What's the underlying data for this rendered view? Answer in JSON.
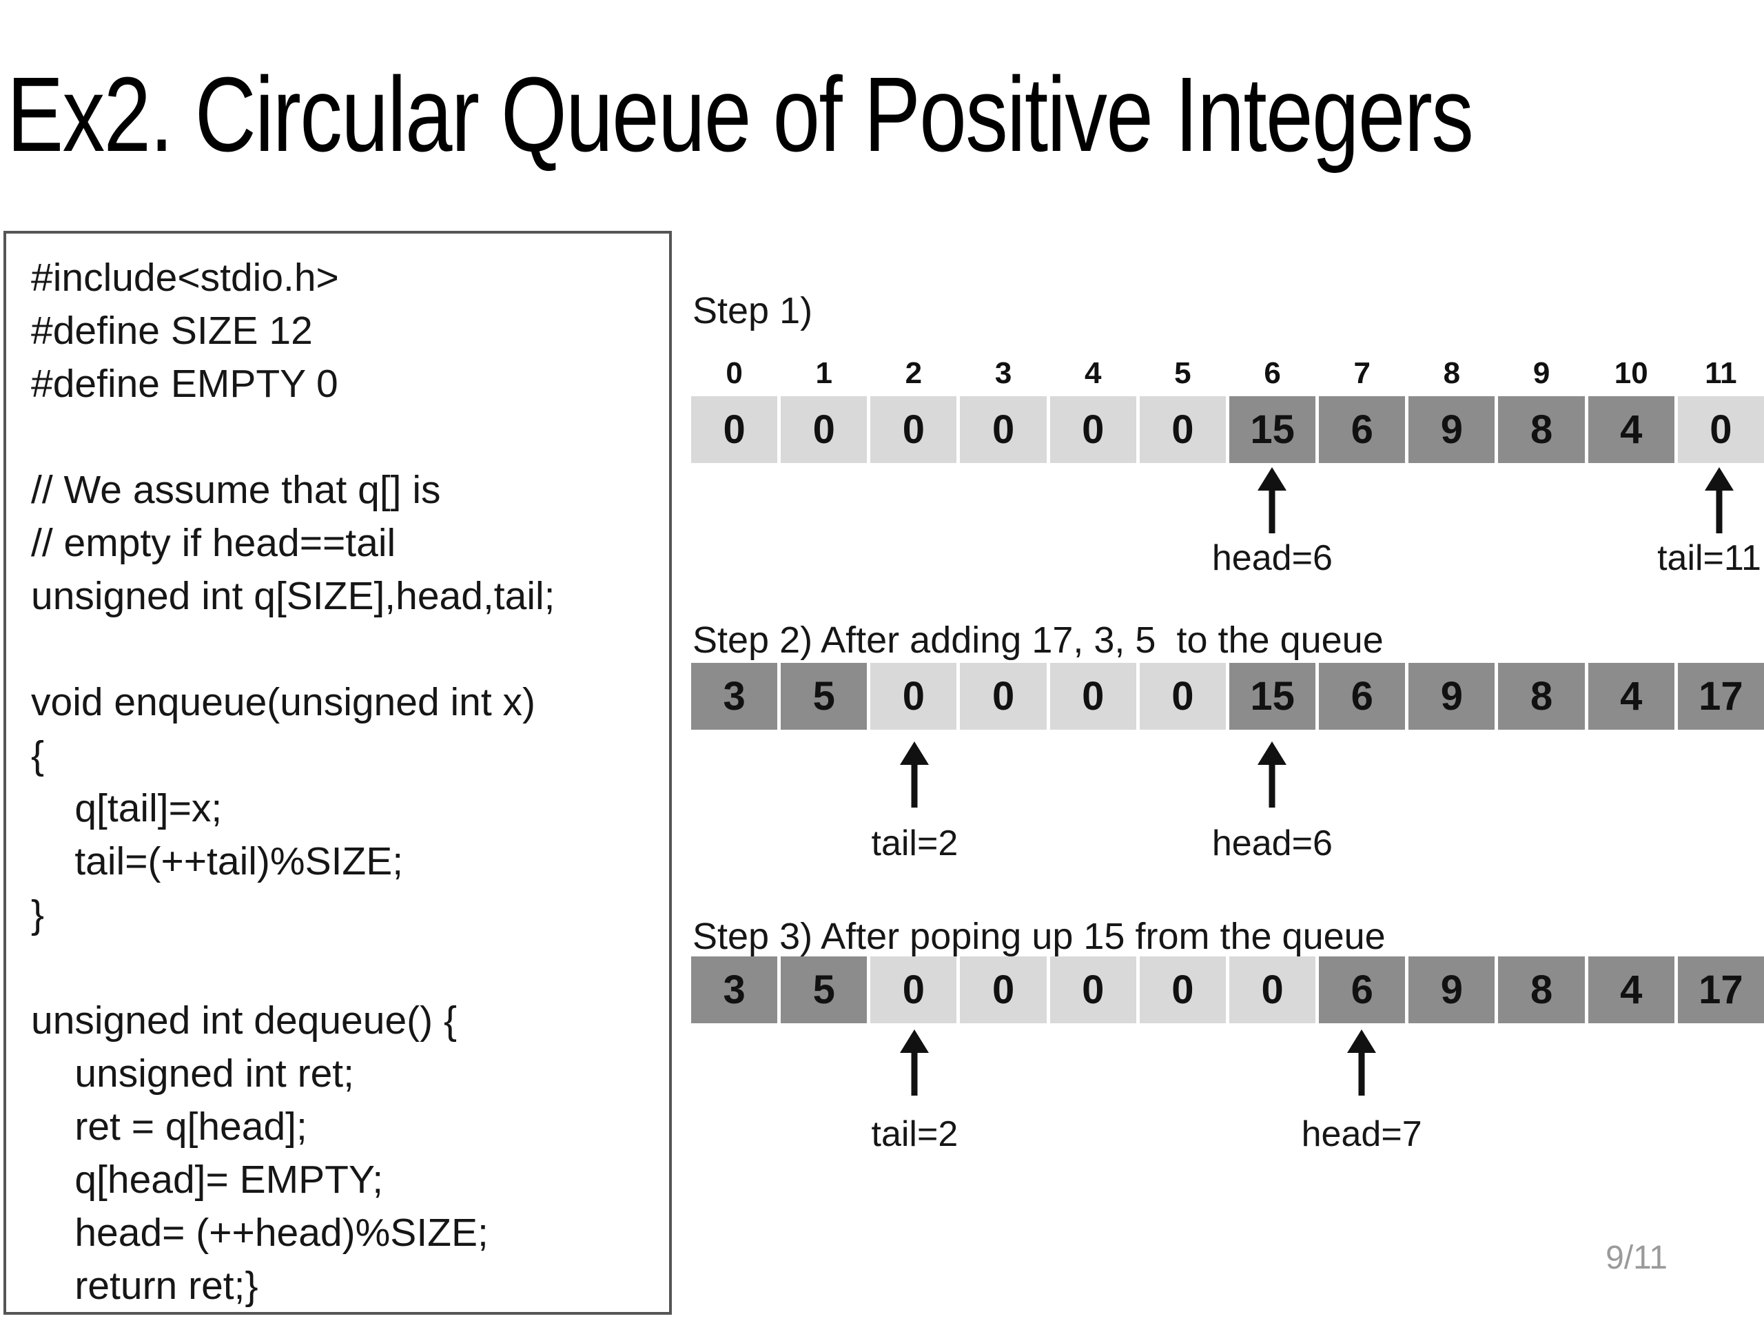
{
  "slide": {
    "title": "Ex2. Circular Queue of Positive Integers",
    "page_number": "9/11"
  },
  "colors": {
    "cell_dark": "#8c8c8c",
    "cell_light": "#d9d9d9",
    "cell_text": "#111111",
    "arrow": "#111111",
    "code_border": "#555555",
    "page_number_text": "#9a9a9a"
  },
  "code_box": {
    "lines": [
      "#include<stdio.h>",
      "#define SIZE 12",
      "#define EMPTY 0",
      "",
      "// We assume that q[] is",
      "// empty if head==tail",
      "unsigned int q[SIZE],head,tail;",
      "",
      "void enqueue(unsigned int x)",
      "{",
      "    q[tail]=x;",
      "    tail=(++tail)%SIZE;",
      "}",
      "",
      "unsigned int dequeue() {",
      "    unsigned int ret;",
      "    ret = q[head];",
      "    q[head]= EMPTY;",
      "    head= (++head)%SIZE;",
      "    return ret;}"
    ]
  },
  "steps": [
    {
      "label": "Step 1)",
      "indices": [
        "0",
        "1",
        "2",
        "3",
        "4",
        "5",
        "6",
        "7",
        "8",
        "9",
        "10",
        "11"
      ],
      "cells": [
        {
          "value": "0",
          "shade": "light"
        },
        {
          "value": "0",
          "shade": "light"
        },
        {
          "value": "0",
          "shade": "light"
        },
        {
          "value": "0",
          "shade": "light"
        },
        {
          "value": "0",
          "shade": "light"
        },
        {
          "value": "0",
          "shade": "light"
        },
        {
          "value": "15",
          "shade": "dark"
        },
        {
          "value": "6",
          "shade": "dark"
        },
        {
          "value": "9",
          "shade": "dark"
        },
        {
          "value": "8",
          "shade": "dark"
        },
        {
          "value": "4",
          "shade": "dark"
        },
        {
          "value": "0",
          "shade": "light"
        }
      ],
      "pointers": [
        {
          "label": "head=6",
          "cell": 6
        },
        {
          "label": "tail=11",
          "cell": 11
        }
      ]
    },
    {
      "label": "Step 2) After adding 17, 3, 5  to the queue",
      "cells": [
        {
          "value": "3",
          "shade": "dark"
        },
        {
          "value": "5",
          "shade": "dark"
        },
        {
          "value": "0",
          "shade": "light"
        },
        {
          "value": "0",
          "shade": "light"
        },
        {
          "value": "0",
          "shade": "light"
        },
        {
          "value": "0",
          "shade": "light"
        },
        {
          "value": "15",
          "shade": "dark"
        },
        {
          "value": "6",
          "shade": "dark"
        },
        {
          "value": "9",
          "shade": "dark"
        },
        {
          "value": "8",
          "shade": "dark"
        },
        {
          "value": "4",
          "shade": "dark"
        },
        {
          "value": "17",
          "shade": "dark"
        }
      ],
      "pointers": [
        {
          "label": "tail=2",
          "cell": 2
        },
        {
          "label": "head=6",
          "cell": 6
        }
      ]
    },
    {
      "label": "Step 3) After poping up 15 from the queue",
      "cells": [
        {
          "value": "3",
          "shade": "dark"
        },
        {
          "value": "5",
          "shade": "dark"
        },
        {
          "value": "0",
          "shade": "light"
        },
        {
          "value": "0",
          "shade": "light"
        },
        {
          "value": "0",
          "shade": "light"
        },
        {
          "value": "0",
          "shade": "light"
        },
        {
          "value": "0",
          "shade": "light"
        },
        {
          "value": "6",
          "shade": "dark"
        },
        {
          "value": "9",
          "shade": "dark"
        },
        {
          "value": "8",
          "shade": "dark"
        },
        {
          "value": "4",
          "shade": "dark"
        },
        {
          "value": "17",
          "shade": "dark"
        }
      ],
      "pointers": [
        {
          "label": "tail=2",
          "cell": 2
        },
        {
          "label": "head=7",
          "cell": 7
        }
      ]
    }
  ]
}
